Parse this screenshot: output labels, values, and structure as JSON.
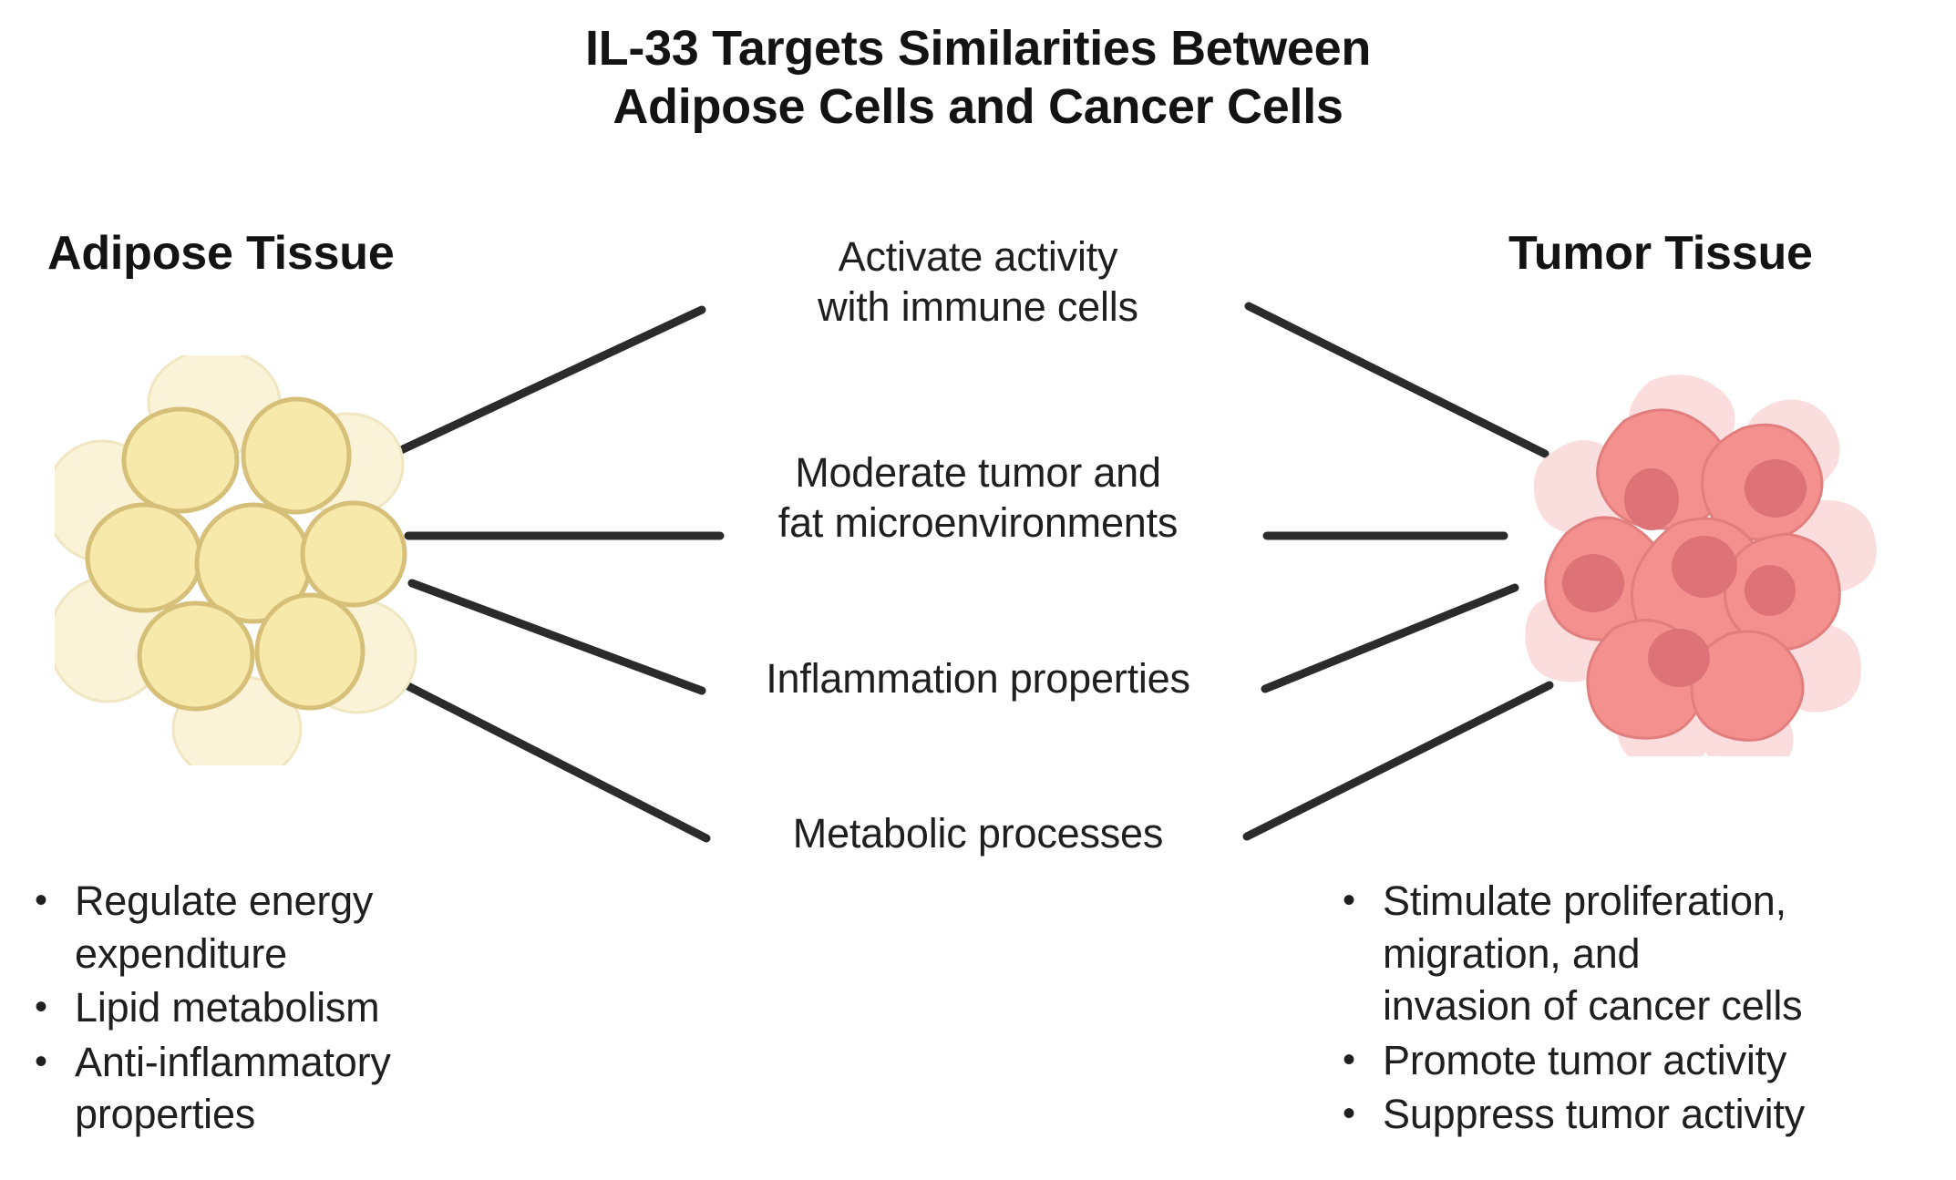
{
  "title": {
    "line1": "IL-33 Targets Similarities Between",
    "line2": "Adipose Cells and Cancer Cells"
  },
  "columns": {
    "left_heading": "Adipose Tissue",
    "right_heading": "Tumor Tissue"
  },
  "shared_features": [
    {
      "line1": "Activate activity",
      "line2": "with immune cells"
    },
    {
      "line1": "Moderate tumor and",
      "line2": "fat microenvironments"
    },
    {
      "line1": "Inflammation properties",
      "line2": ""
    },
    {
      "line1": "Metabolic processes",
      "line2": ""
    }
  ],
  "adipose_bullets": [
    {
      "bullet": "•",
      "line1": "Regulate energy",
      "line2": "expenditure"
    },
    {
      "bullet": "•",
      "line1": "Lipid metabolism",
      "line2": ""
    },
    {
      "bullet": "•",
      "line1": "Anti-inflammatory",
      "line2": "properties"
    }
  ],
  "tumor_bullets": [
    {
      "bullet": "•",
      "line1": "Stimulate proliferation,",
      "line2": "migration, and",
      "line3": "invasion of cancer cells"
    },
    {
      "bullet": "•",
      "line1": "Promote tumor activity",
      "line2": ""
    },
    {
      "bullet": "•",
      "line1": "Suppress tumor activity",
      "line2": ""
    }
  ],
  "illustrations": {
    "adipose": {
      "name": "adipose-cell-cluster",
      "cell_fill": "#F6E9A9",
      "cell_stroke": "#D6BF79",
      "faded_fill": "#FAF3D8"
    },
    "tumor": {
      "name": "tumor-cell-cluster",
      "cell_fill": "#F4918F",
      "cell_stroke": "#E8817F",
      "nucleus_fill": "#DD7377",
      "faded_fill": "#F7C9C8"
    }
  },
  "connector_color": "#2B2B2B"
}
